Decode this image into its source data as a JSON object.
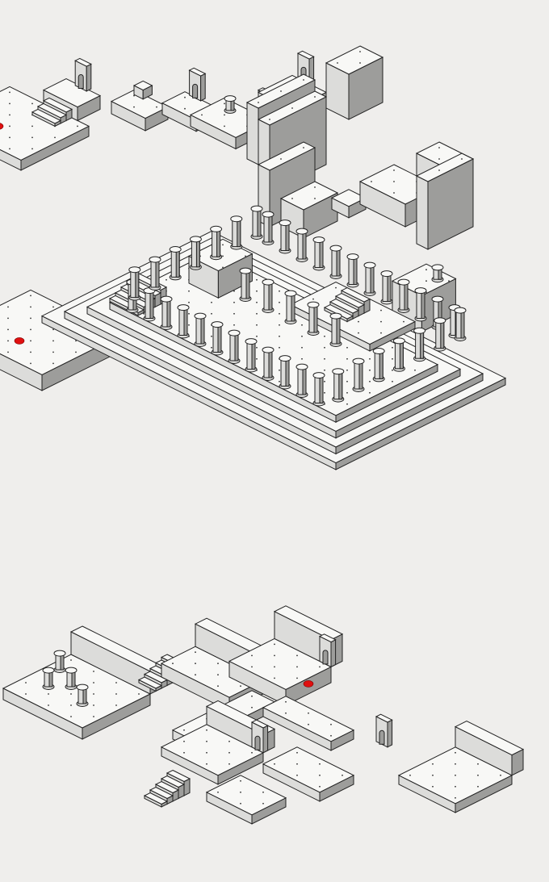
{
  "title": "",
  "colors": {
    "background": "#efeeec",
    "top": "#f8f8f6",
    "left_face": "#dcdcda",
    "right_face": "#9d9d9b",
    "outline": "#222222",
    "marker": "#e01010"
  },
  "maps": [
    {
      "name": "map-1-upper-ruins",
      "features": [
        "start-platform",
        "stair-shrine",
        "arched-doors",
        "statue-plinth",
        "tall-walls",
        "east-tower"
      ],
      "marker": "red-start-marker"
    },
    {
      "name": "map-2-temple",
      "features": [
        "stepped-plinth",
        "colonnade",
        "arch-walls",
        "grand-stair",
        "inner-stair",
        "altar-statue"
      ],
      "marker": "red-start-marker"
    },
    {
      "name": "map-3-dungeon",
      "features": [
        "courtyard-with-statues",
        "stair-down",
        "corridors",
        "pew-rooms",
        "east-chambers",
        "south-stair"
      ],
      "marker": "red-start-marker"
    }
  ]
}
